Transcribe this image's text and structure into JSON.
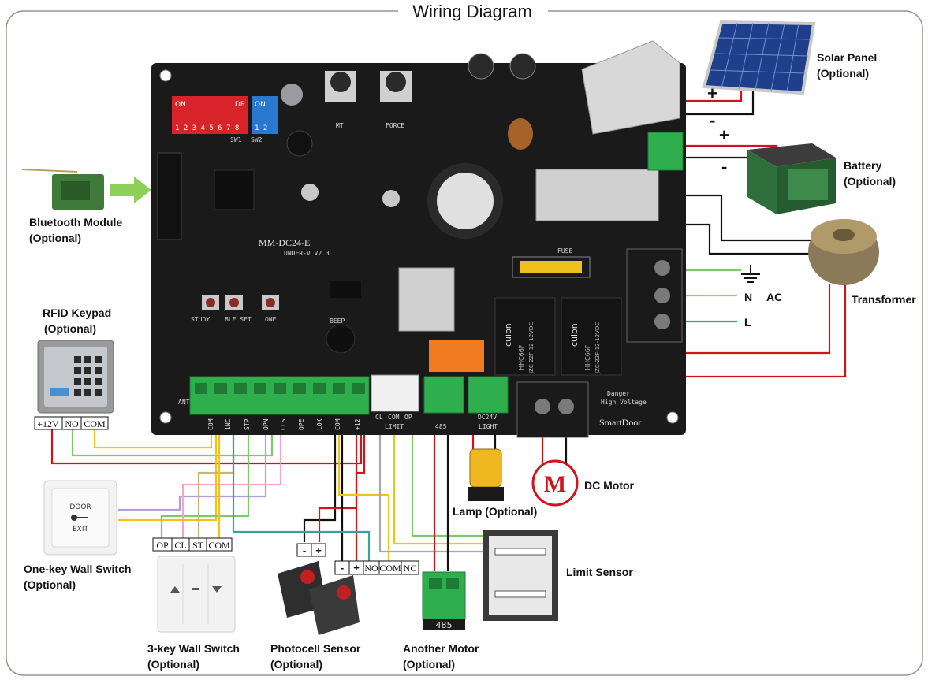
{
  "title": "Wiring Diagram",
  "board": {
    "model": "MM-DC24-E",
    "version": "UNDER-V  V2.3",
    "brand": "SmartDoor",
    "fuse_label": "FUSE",
    "danger_line1": "Danger",
    "danger_line2": "High Voltage",
    "buttons": [
      "STUDY",
      "BLE SET",
      "ONE",
      "BEEP"
    ],
    "pot_labels": [
      "MT",
      "FORCE"
    ],
    "sw1_label": "SW1",
    "sw2_label": "SW2",
    "dip1_on": "ON",
    "dip1_dp": "DP",
    "dip1_numbers": "1 2 3 4 5 6 7 8",
    "dip2_on": "ON",
    "dip2_numbers": "1 2",
    "ant_label": "ANT",
    "relay_brand": "cuion",
    "relay_model": "HHC66F",
    "relay_spec": "JZC-22F-12-12VDC",
    "main_terminal_labels": [
      "COM",
      "1NC",
      "STP",
      "OPN",
      "CLS",
      "OPE",
      "LOK",
      "COM",
      "+12"
    ],
    "limit_labels": [
      "CL",
      "COM",
      "OP"
    ],
    "limit_caption": "LIMIT",
    "rs485_caption": "485",
    "light_caption": "LIGHT",
    "light_voltage": "DC24V"
  },
  "components": {
    "solar": {
      "line1": "Solar Panel",
      "line2": "(Optional)",
      "plus": "+",
      "minus": "-"
    },
    "battery": {
      "line1": "Battery",
      "line2": "(Optional)",
      "plus": "+",
      "minus": "-"
    },
    "bluetooth": {
      "line1": "Bluetooth Module",
      "line2": "(Optional)"
    },
    "rfid": {
      "line1": "RFID Keypad",
      "line2": "(Optional)",
      "terminals": [
        "+12V",
        "NO",
        "COM"
      ]
    },
    "transformer": {
      "label": "Transformer"
    },
    "ac": {
      "n": "N",
      "l": "L",
      "ac": "AC"
    },
    "one_key_switch": {
      "line1": "One-key Wall Switch",
      "line2": "(Optional)",
      "face_top": "DOOR",
      "face_bottom": "EXIT"
    },
    "three_key_switch": {
      "line1": "3-key Wall Switch",
      "line2": "(Optional)",
      "terminals": [
        "OP",
        "CL",
        "ST",
        "COM"
      ]
    },
    "photocell": {
      "line1": "Photocell Sensor",
      "line2": "(Optional)",
      "power_terminals": [
        "-",
        "+"
      ],
      "terminals": [
        "-",
        "+",
        "NO",
        "COM",
        "NC"
      ]
    },
    "another_motor": {
      "line1": "Another Motor",
      "line2": "(Optional)",
      "caption": "485"
    },
    "lamp": {
      "line1": "Lamp (Optional)"
    },
    "dc_motor": {
      "label": "DC Motor",
      "symbol": "M"
    },
    "limit_sensor": {
      "label": "Limit Sensor"
    }
  },
  "colors": {
    "red": "#d0141b",
    "black": "#111111",
    "yellow": "#f2c21a",
    "green": "#7cc86a",
    "purple": "#b39ddb",
    "pink": "#f3a6c8",
    "tan": "#c8b47a",
    "teal": "#3aa0a0",
    "gray": "#a9a9a9",
    "blue": "#1ea0e0",
    "board": "#1a1a1a",
    "terminal_green": "#2fae4e"
  }
}
